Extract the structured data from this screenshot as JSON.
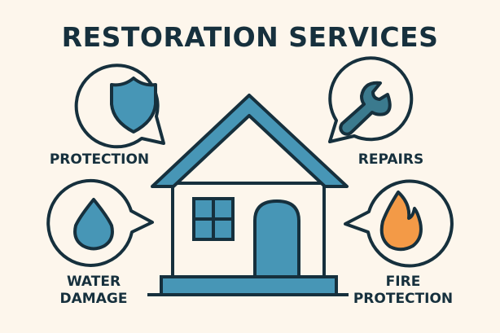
{
  "title": "RESTORATION SERVICES",
  "colors": {
    "background": "#fdf6ec",
    "outline": "#16303d",
    "primary_blue": "#4796b6",
    "wrench": "#3b7a8e",
    "fire_orange": "#f39a47"
  },
  "services": [
    {
      "label_line1": "PROTECTION",
      "label_line2": "",
      "icon": "shield-icon"
    },
    {
      "label_line1": "REPAIRS",
      "label_line2": "",
      "icon": "wrench-icon"
    },
    {
      "label_line1": "WATER",
      "label_line2": "DAMAGE",
      "icon": "water-drop-icon"
    },
    {
      "label_line1": "FIRE",
      "label_line2": "PROTECTION",
      "icon": "flame-icon"
    }
  ],
  "center": {
    "icon": "house-icon"
  }
}
